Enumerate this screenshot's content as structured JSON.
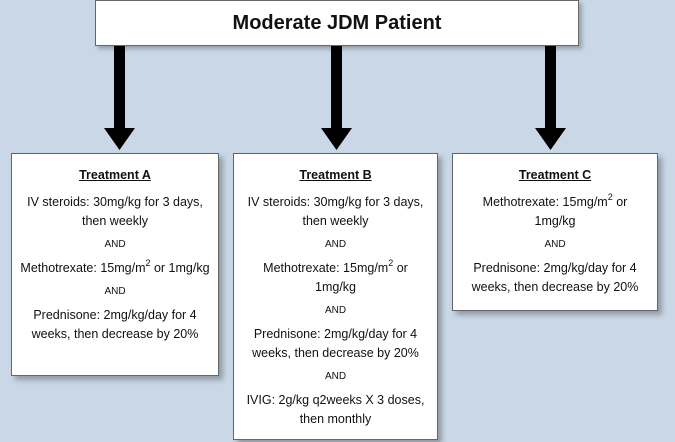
{
  "header": {
    "title": "Moderate JDM Patient"
  },
  "connector": "AND",
  "treatments": [
    {
      "title": "Treatment A",
      "items": [
        {
          "text": "IV steroids: 30mg/kg for 3 days, then weekly"
        },
        {
          "pre": "Methotrexate: 15mg/m",
          "sup": "2",
          "post": " or 1mg/kg"
        },
        {
          "text": "Prednisone: 2mg/kg/day for 4 weeks, then decrease by 20%"
        }
      ]
    },
    {
      "title": "Treatment B",
      "items": [
        {
          "text": "IV steroids: 30mg/kg for 3 days, then weekly"
        },
        {
          "pre": "Methotrexate: 15mg/m",
          "sup": "2",
          "post": " or 1mg/kg"
        },
        {
          "text": "Prednisone: 2mg/kg/day for 4 weeks, then decrease by 20%"
        },
        {
          "text": "IVIG: 2g/kg q2weeks X 3 doses, then monthly"
        }
      ]
    },
    {
      "title": "Treatment C",
      "items": [
        {
          "pre": "Methotrexate: 15mg/m",
          "sup": "2",
          "post": " or 1mg/kg"
        },
        {
          "text": "Prednisone: 2mg/kg/day for 4 weeks, then decrease by 20%"
        }
      ]
    }
  ]
}
